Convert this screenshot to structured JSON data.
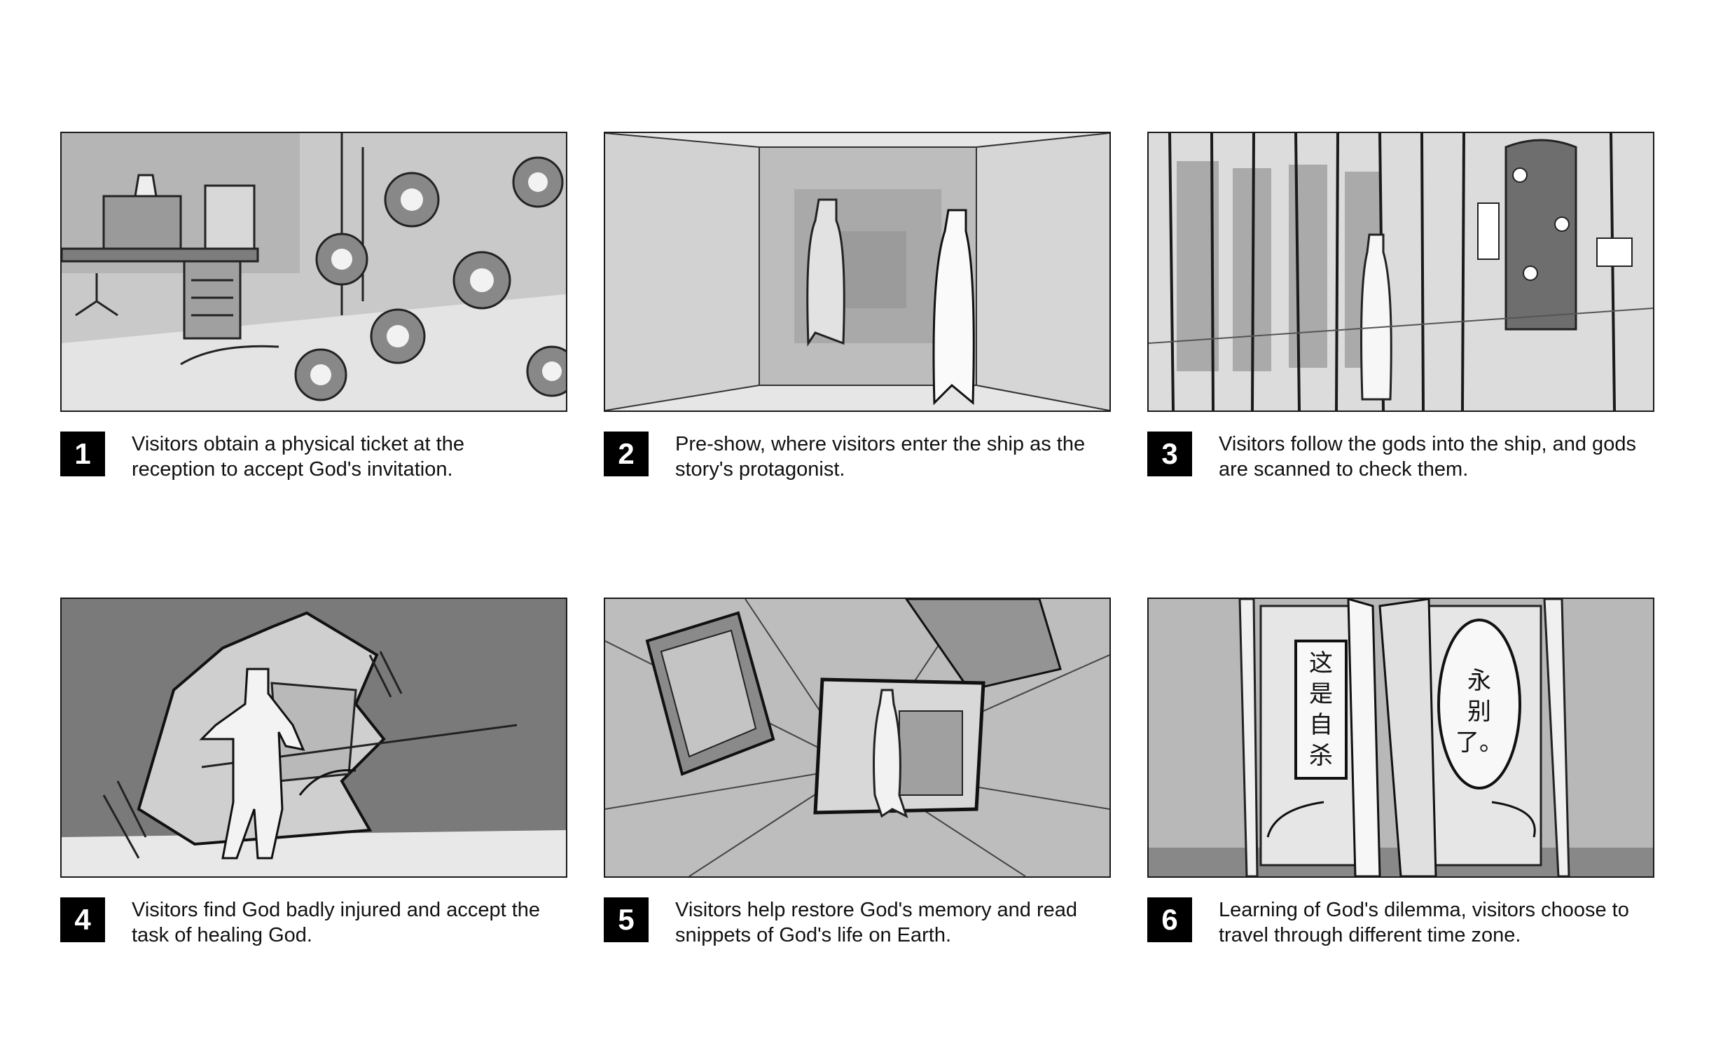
{
  "storyboard": {
    "colors": {
      "frame_border": "#1a1a1a",
      "badge_bg": "#000000",
      "badge_fg": "#ffffff",
      "text": "#111111"
    },
    "panels": [
      {
        "number": "1",
        "caption": "Visitors obtain a physical ticket at the reception to accept God's invitation.",
        "scene": "reception-desk-sketch"
      },
      {
        "number": "2",
        "caption": "Pre-show, where visitors enter the ship as the story's protagonist.",
        "scene": "ship-corridor-sketch"
      },
      {
        "number": "3",
        "caption": "Visitors follow the gods into the ship, and gods are scanned to check them.",
        "scene": "scanning-room-sketch"
      },
      {
        "number": "4",
        "caption": "Visitors find God badly injured and accept the task of healing God.",
        "scene": "broken-wall-sketch"
      },
      {
        "number": "5",
        "caption": "Visitors help restore God's memory and read snippets of God's life on Earth.",
        "scene": "floating-memories-sketch"
      },
      {
        "number": "6",
        "caption": "Learning of God's dilemma, visitors choose to travel through different time zone.",
        "scene": "time-doors-sketch"
      }
    ],
    "sign_left": [
      "这",
      "是",
      "自",
      "杀"
    ],
    "sign_right": [
      "永",
      "别",
      "了。"
    ]
  }
}
